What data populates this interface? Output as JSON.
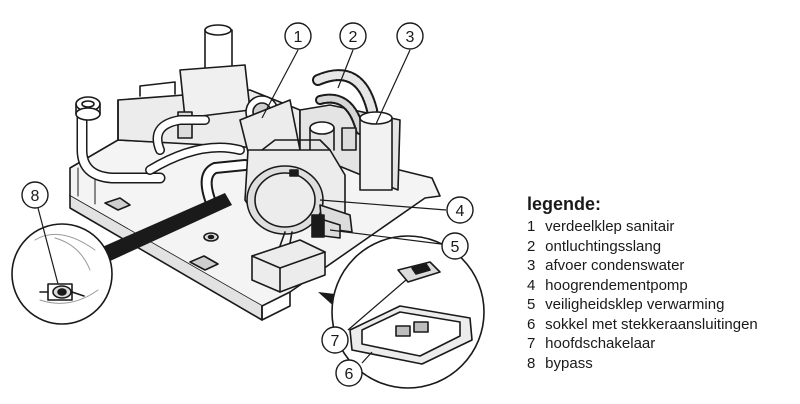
{
  "callouts": [
    {
      "number": "1",
      "target": "verdeelklep-sanitair"
    },
    {
      "number": "2",
      "target": "ontluchtingsslang"
    },
    {
      "number": "3",
      "target": "afvoer-condenswater"
    },
    {
      "number": "4",
      "target": "hoogrendementpomp"
    },
    {
      "number": "5",
      "target": "veiligheidsklep-verwarming"
    },
    {
      "number": "6",
      "target": "sokkel-stekkeraansluitingen"
    },
    {
      "number": "7",
      "target": "hoofdschakelaar"
    },
    {
      "number": "8",
      "target": "bypass"
    }
  ],
  "legend": {
    "title": "legende:",
    "items": [
      {
        "num": "1",
        "label": "verdeelklep sanitair"
      },
      {
        "num": "2",
        "label": "ontluchtingsslang"
      },
      {
        "num": "3",
        "label": "afvoer condenswater"
      },
      {
        "num": "4",
        "label": "hoogrendementpomp"
      },
      {
        "num": "5",
        "label": "veiligheidsklep verwarming"
      },
      {
        "num": "6",
        "label": "sokkel met stekkeraansluitingen"
      },
      {
        "num": "7",
        "label": "hoofdschakelaar"
      },
      {
        "num": "8",
        "label": "bypass"
      }
    ]
  },
  "colors": {
    "line": "#1a1a1a",
    "fill_light": "#e9e9e9",
    "fill_mid": "#cfcfcf",
    "fill_dark": "#1a1a1a"
  }
}
